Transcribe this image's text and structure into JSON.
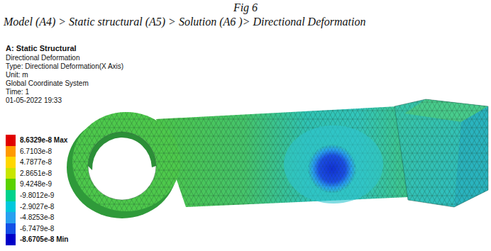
{
  "diagram": {
    "title": "Fig 6",
    "caption": "Model (A4) > Static structural (A5) > Solution (A6 )> Directional Deformation",
    "labels": [
      "A: Static Structural",
      "Directional Deformation",
      "Type: Directional Deformation(X Axis)",
      "Unit: m",
      "Global Coordinate System",
      "Time: 1",
      "01-05-2022 19:33"
    ],
    "legend": [
      {
        "text": "8.6329e-8 Max",
        "color": "#e00000"
      },
      {
        "text": "6.7103e-8",
        "color": "#ff9a00"
      },
      {
        "text": "4.7877e-8",
        "color": "#ffd700"
      },
      {
        "text": "2.8651e-8",
        "color": "#c8e600"
      },
      {
        "text": "9.4248e-9",
        "color": "#5ad200"
      },
      {
        "text": "-9.8012e-9",
        "color": "#00d28c"
      },
      {
        "text": "-2.9027e-8",
        "color": "#00c8dc"
      },
      {
        "text": "-4.8253e-8",
        "color": "#28a0f0"
      },
      {
        "text": "-6.7479e-8",
        "color": "#1450e6"
      },
      {
        "text": "-8.6705e-8 Min",
        "color": "#0000c8"
      }
    ]
  }
}
